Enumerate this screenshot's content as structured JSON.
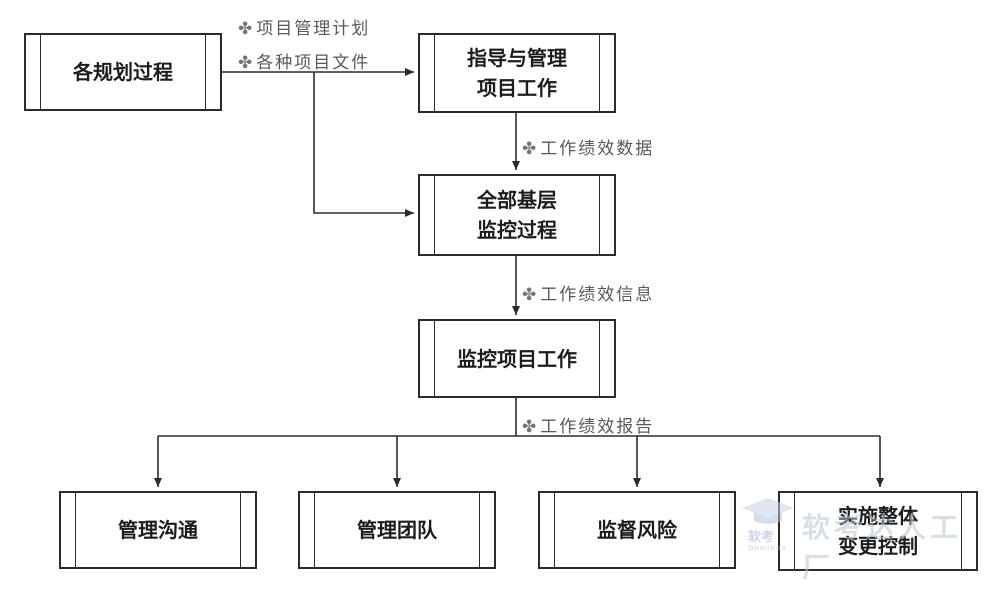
{
  "processes": {
    "planning": [
      "各规划过程"
    ],
    "direct_manage": [
      "指导与管理",
      "项目工作"
    ],
    "all_monitor": [
      "全部基层",
      "监控过程"
    ],
    "monitor_work": [
      "监控项目工作"
    ],
    "manage_comm": [
      "管理沟通"
    ],
    "manage_team": [
      "管理团队"
    ],
    "control_risk": [
      "监督风险"
    ],
    "integrated_change": [
      "实施整体",
      "变更控制"
    ]
  },
  "flows": {
    "plan": "项目管理计划",
    "docs": "各种项目文件",
    "perf_data": "工作绩效数据",
    "perf_info": "工作绩效信息",
    "perf_report": "工作绩效报告"
  },
  "watermark": {
    "small": "软考",
    "sub": "GuanKao",
    "big": "软考达人工厂"
  }
}
